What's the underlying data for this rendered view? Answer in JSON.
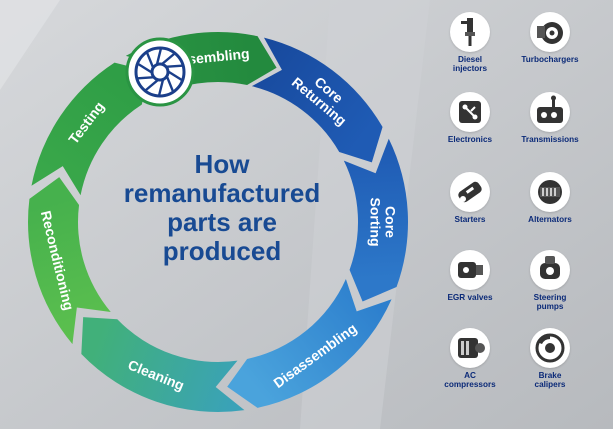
{
  "title": "How remanufactured parts are produced",
  "steps": [
    {
      "label": "Core Returning",
      "lines": [
        "Core",
        "Returning"
      ],
      "color_from": "#184a9e",
      "color_to": "#1f5bb4"
    },
    {
      "label": "Core Sorting",
      "lines": [
        "Core",
        "Sorting"
      ],
      "color_from": "#1f5bb4",
      "color_to": "#2d78c9"
    },
    {
      "label": "Disassembling",
      "lines": [
        "Disassembling"
      ],
      "color_from": "#2d7fcd",
      "color_to": "#4aa3dc"
    },
    {
      "label": "Cleaning",
      "lines": [
        "Cleaning"
      ],
      "color_from": "#3aa2b8",
      "color_to": "#41b07a"
    },
    {
      "label": "Reconditioning",
      "lines": [
        "Reconditioning"
      ],
      "color_from": "#5bbf4e",
      "color_to": "#46b14d"
    },
    {
      "label": "Testing",
      "lines": [
        "Testing"
      ],
      "color_from": "#3aa84a",
      "color_to": "#2f9e46"
    },
    {
      "label": "Reassembling",
      "lines": [
        "Reassembling"
      ],
      "color_from": "#2a9443",
      "color_to": "#238a3e"
    }
  ],
  "parts": [
    {
      "label": "Diesel injectors",
      "lines": [
        "Diesel",
        "injectors"
      ],
      "icon": "diesel-injector-icon"
    },
    {
      "label": "Turbochargers",
      "lines": [
        "Turbochargers"
      ],
      "icon": "turbocharger-icon"
    },
    {
      "label": "Electronics",
      "lines": [
        "Electronics"
      ],
      "icon": "electronics-icon"
    },
    {
      "label": "Transmissions",
      "lines": [
        "Transmissions"
      ],
      "icon": "transmission-icon"
    },
    {
      "label": "Starters",
      "lines": [
        "Starters"
      ],
      "icon": "starter-icon"
    },
    {
      "label": "Alternators",
      "lines": [
        "Alternators"
      ],
      "icon": "alternator-icon"
    },
    {
      "label": "EGR valves",
      "lines": [
        "EGR valves"
      ],
      "icon": "egr-valve-icon"
    },
    {
      "label": "Steering pumps",
      "lines": [
        "Steering",
        "pumps"
      ],
      "icon": "steering-pump-icon"
    },
    {
      "label": "AC compressors",
      "lines": [
        "AC",
        "compressors"
      ],
      "icon": "ac-compressor-icon"
    },
    {
      "label": "Brake calipers",
      "lines": [
        "Brake",
        "calipers"
      ],
      "icon": "brake-caliper-icon"
    }
  ],
  "colors": {
    "background": "#c5c8cc",
    "title": "#184a93",
    "part_label": "#0b2a78",
    "icon_dark": "#333333"
  }
}
